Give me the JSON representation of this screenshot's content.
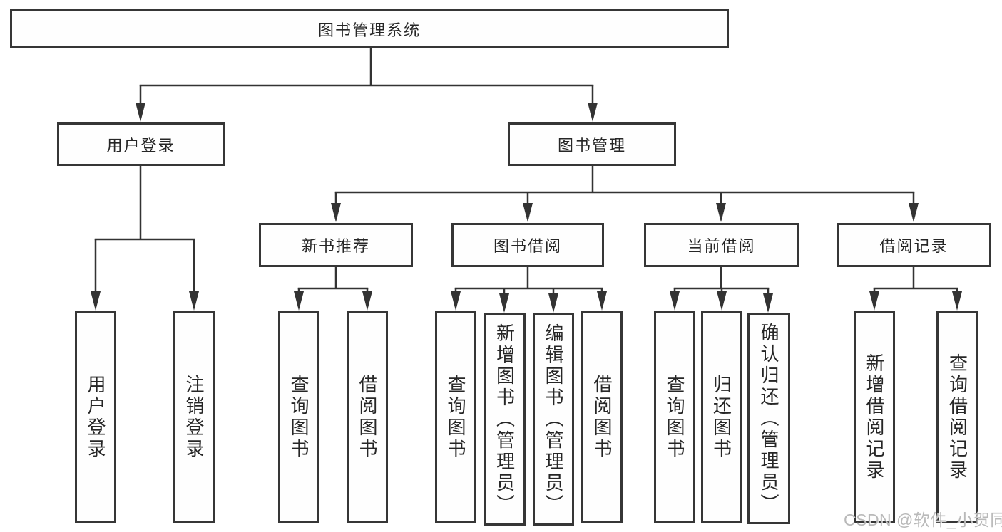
{
  "tree": {
    "root": {
      "label": "图书管理系统"
    },
    "branches": [
      {
        "label": "用户登录",
        "children": [
          {
            "label": "用户登录"
          },
          {
            "label": "注销登录"
          }
        ]
      },
      {
        "label": "图书管理",
        "children": [
          {
            "label": "新书推荐",
            "children": [
              {
                "label": "查询图书"
              },
              {
                "label": "借阅图书"
              }
            ]
          },
          {
            "label": "图书借阅",
            "children": [
              {
                "label": "查询图书"
              },
              {
                "label": "新增图书（管理员）"
              },
              {
                "label": "编辑图书（管理员）"
              },
              {
                "label": "借阅图书"
              }
            ]
          },
          {
            "label": "当前借阅",
            "children": [
              {
                "label": "查询图书"
              },
              {
                "label": "归还图书"
              },
              {
                "label": "确认归还（管理员）"
              }
            ]
          },
          {
            "label": "借阅记录",
            "children": [
              {
                "label": "新增借阅记录"
              },
              {
                "label": "查询借阅记录"
              }
            ]
          }
        ]
      }
    ]
  },
  "watermark": {
    "text": "CSDN @软件_小贺同学"
  },
  "colors": {
    "line": "#333333",
    "box_border": "#363636",
    "text": "#262626",
    "watermark": "#b5b5b5",
    "background": "#ffffff"
  }
}
